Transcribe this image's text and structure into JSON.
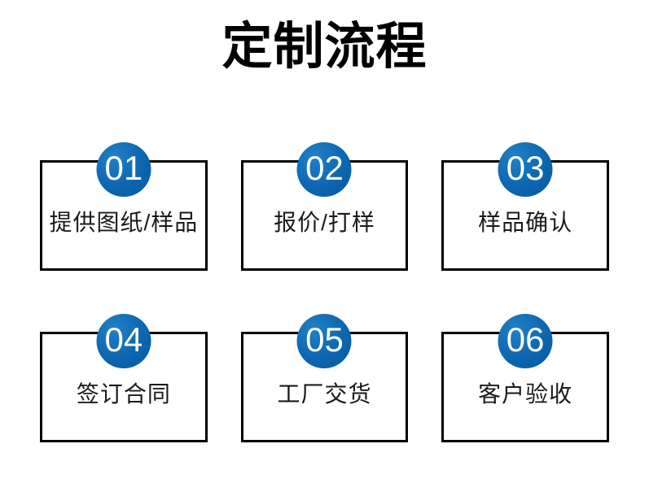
{
  "page": {
    "title": "定制流程",
    "background": "#ffffff"
  },
  "colors": {
    "title_text": "#000000",
    "box_border": "#000000",
    "label_text": "#1a1a1a",
    "circle_blue": "#0c66b0",
    "circle_blue_highlight": "#2180c6",
    "circle_number_text": "#ffffff"
  },
  "steps": [
    {
      "number": "01",
      "label": "提供图纸/样品"
    },
    {
      "number": "02",
      "label": "报价/打样"
    },
    {
      "number": "03",
      "label": "样品确认"
    },
    {
      "number": "04",
      "label": "签订合同"
    },
    {
      "number": "05",
      "label": "工厂交货"
    },
    {
      "number": "06",
      "label": "客户验收"
    }
  ]
}
